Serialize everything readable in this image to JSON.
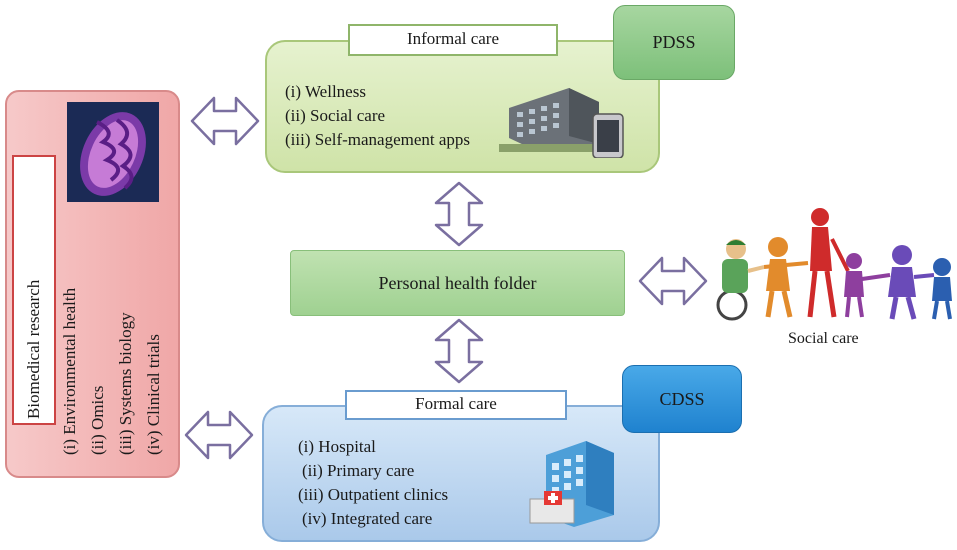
{
  "informal_care": {
    "title": "Informal care",
    "items": [
      "(i) Wellness",
      "(ii) Social care",
      "(iii) Self-management apps"
    ]
  },
  "pdss": {
    "label": "PDSS"
  },
  "personal_health_folder": {
    "label": "Personal health folder"
  },
  "formal_care": {
    "title": "Formal care",
    "items": [
      "(i) Hospital",
      "(ii) Primary care",
      "(iii) Outpatient clinics",
      "(iv) Integrated care"
    ]
  },
  "cdss": {
    "label": "CDSS"
  },
  "biomedical_research": {
    "title": "Biomedical research",
    "items": [
      "(i) Environmental health",
      "(ii) Omics",
      "(iii) Systems biology",
      "(iv) Clinical trials"
    ]
  },
  "social_care_caption": {
    "label": "Social care"
  },
  "colors": {
    "informal_fill": "#d8eab9",
    "formal_fill": "#bcd6f0",
    "biomedical_fill": "#f2b5b5",
    "pdss_fill": "#8fc98a",
    "cdss_fill": "#2b8fd8",
    "folder_fill": "#acd79d"
  }
}
